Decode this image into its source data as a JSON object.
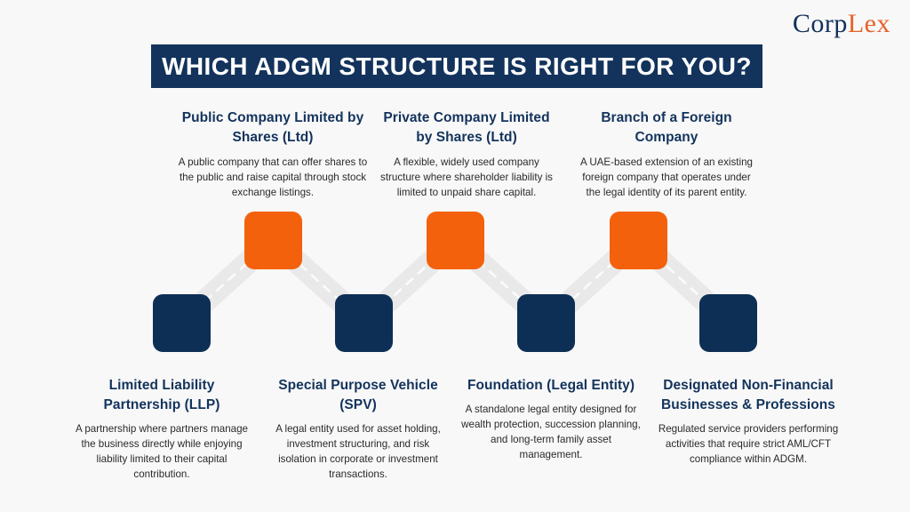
{
  "brand": {
    "name_part1": "Corp",
    "name_part2": "Lex",
    "color_dark": "#13305c",
    "color_accent": "#e8622a"
  },
  "banner": {
    "title": "WHICH ADGM STRUCTURE IS RIGHT FOR YOU?",
    "background": "#13335c",
    "text_color": "#ffffff"
  },
  "palette": {
    "background": "#f8f8f8",
    "node_orange": "#f4610c",
    "node_navy": "#0e2f55",
    "connector_gray": "#e9e9e9",
    "heading_navy": "#13335c",
    "body_text": "#2a2a2a"
  },
  "top_items": [
    {
      "heading": "Public Company Limited by Shares (Ltd)",
      "body": "A public company that can offer shares to the public and raise capital through stock exchange listings.",
      "node_color": "#f4610c"
    },
    {
      "heading": "Private Company Limited by Shares (Ltd)",
      "body": "A flexible, widely used company structure where shareholder liability is limited to unpaid share capital.",
      "node_color": "#f4610c"
    },
    {
      "heading": "Branch of a Foreign Company",
      "body": "A UAE-based extension of an existing foreign company that operates under the legal identity of its parent entity.",
      "node_color": "#f4610c"
    }
  ],
  "bottom_items": [
    {
      "heading": "Limited Liability Partnership (LLP)",
      "body": "A partnership where partners manage the business directly while enjoying liability limited to their capital contribution.",
      "node_color": "#0e2f55"
    },
    {
      "heading": "Special Purpose Vehicle (SPV)",
      "body": "A legal entity used for asset holding, investment structuring, and risk isolation in corporate or investment transactions.",
      "node_color": "#0e2f55"
    },
    {
      "heading": "Foundation (Legal Entity)",
      "body": "A standalone legal entity designed for wealth protection, succession planning, and long-term family asset management.",
      "node_color": "#0e2f55"
    },
    {
      "heading": "Designated Non-Financial Businesses & Professions",
      "body": "Regulated service providers performing activities that require strict AML/CFT compliance within ADGM.",
      "node_color": "#0e2f55"
    }
  ]
}
